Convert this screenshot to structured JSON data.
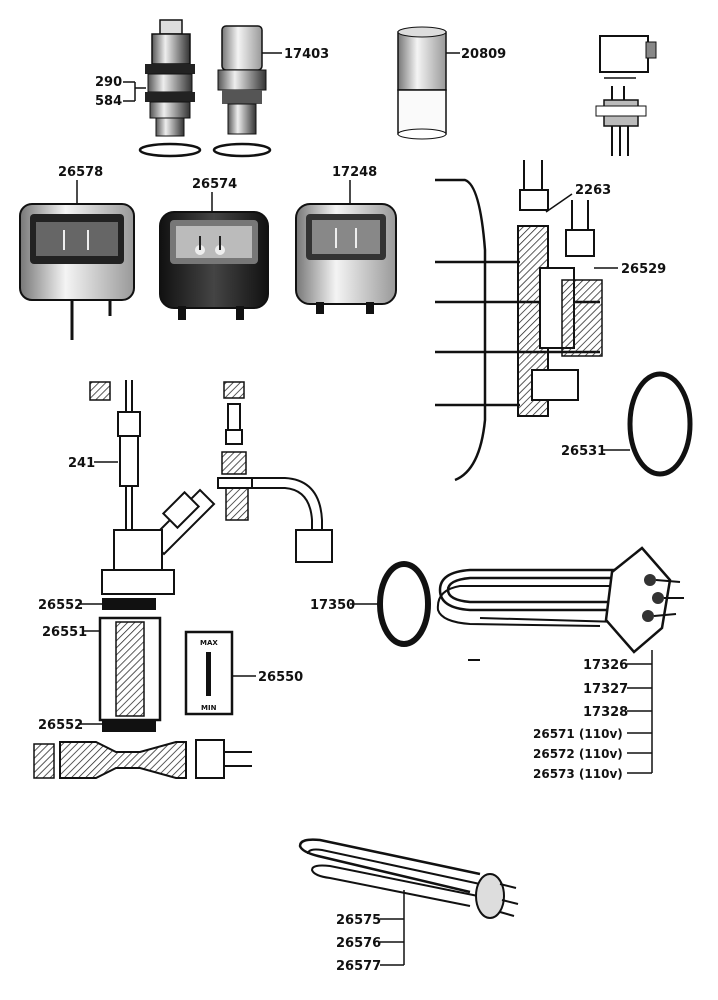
{
  "parts": {
    "p290": "290",
    "p584": "584",
    "p17403": "17403",
    "p20809": "20809",
    "p26578": "26578",
    "p26574": "26574",
    "p17248": "17248",
    "p2263": "2263",
    "p26529": "26529",
    "p26531": "26531",
    "p241": "241",
    "p26552a": "26552",
    "p26551": "26551",
    "p26550": "26550",
    "p26552b": "26552",
    "p17350": "17350",
    "p17326": "17326",
    "p17327": "17327",
    "p17328": "17328",
    "p26571": "26571 (110v)",
    "p26572": "26572 (110v)",
    "p26573": "26573 (110v)",
    "p26575": "26575",
    "p26576": "26576",
    "p26577": "26577"
  },
  "sight_glass": {
    "max": "MAX",
    "min": "MIN"
  }
}
